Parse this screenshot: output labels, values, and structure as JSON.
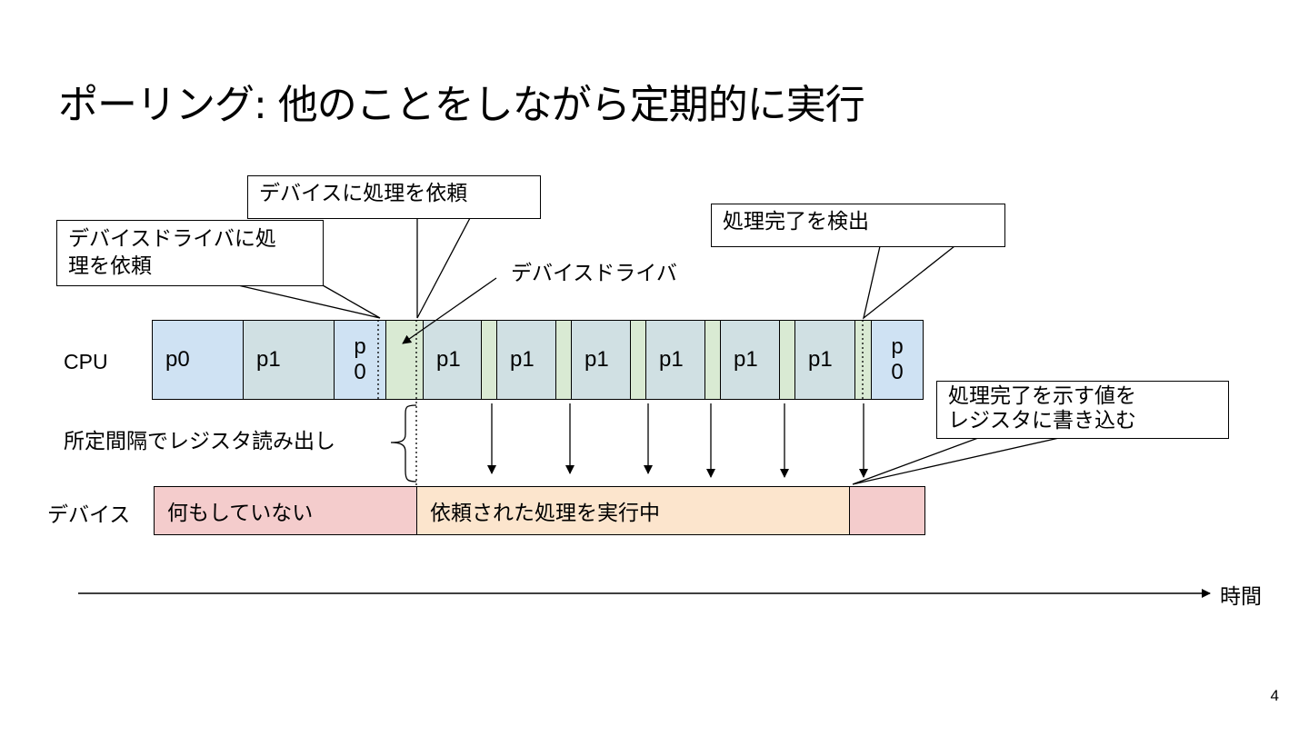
{
  "title": "ポーリング: 他のことをしながら定期的に実行",
  "labels": {
    "cpu": "CPU",
    "device": "デバイス",
    "device_driver": "デバイスドライバ",
    "poll": "所定間隔でレジスタ読み出し",
    "time": "時間",
    "page": "4"
  },
  "callouts": {
    "driver_request_line1": "デバイスドライバに処",
    "driver_request_line2": "理を依頼",
    "device_request": "デバイスに処理を依頼",
    "detect_done": "処理完了を検出",
    "write_line1": "処理完了を示す値を",
    "write_line2": "レジスタに書き込む"
  },
  "cpu_cells": {
    "p0_a": "p0",
    "p1_a": "p1",
    "p0_b_1": "p",
    "p0_b_2": "0",
    "p1_1": "p1",
    "p1_2": "p1",
    "p1_3": "p1",
    "p1_4": "p1",
    "p1_5": "p1",
    "p1_6": "p1",
    "p0_c_1": "p",
    "p0_c_2": "0"
  },
  "device_states": {
    "idle": "何もしていない",
    "busy": "依頼された処理を実行中"
  },
  "colors": {
    "p0": "#cfe2f3",
    "p1": "#d0e0e3",
    "driver": "#d9ead3",
    "device_idle": "#f4cccc",
    "device_busy": "#fce5cd"
  }
}
